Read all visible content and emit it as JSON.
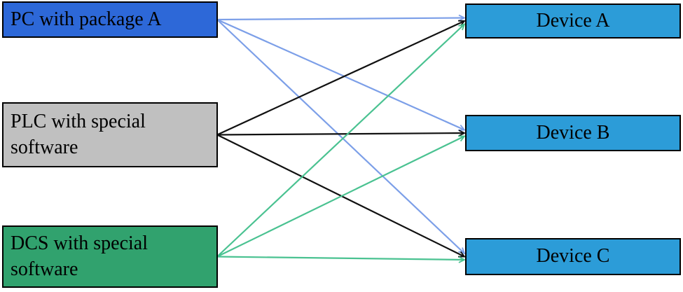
{
  "diagram": {
    "background": "#FFFFFF",
    "border_color": "#000000",
    "text_color": "#000000",
    "sources": [
      {
        "id": "pc",
        "label": "PC with package A",
        "fill": "#2D68D8",
        "edge_color": "#7C9FE8"
      },
      {
        "id": "plc",
        "label": "PLC with special software",
        "fill": "#C0C0C0",
        "edge_color": "#111111"
      },
      {
        "id": "dcs",
        "label": "DCS with special software",
        "fill": "#31A26E",
        "edge_color": "#4AC291"
      }
    ],
    "targets": [
      {
        "id": "devA",
        "label": "Device A",
        "fill": "#2C9CD8"
      },
      {
        "id": "devB",
        "label": "Device B",
        "fill": "#2C9CD8"
      },
      {
        "id": "devC",
        "label": "Device C",
        "fill": "#2C9CD8"
      }
    ],
    "edges": [
      {
        "from": "pc",
        "to": "devA"
      },
      {
        "from": "pc",
        "to": "devB"
      },
      {
        "from": "pc",
        "to": "devC"
      },
      {
        "from": "plc",
        "to": "devA"
      },
      {
        "from": "plc",
        "to": "devB"
      },
      {
        "from": "plc",
        "to": "devC"
      },
      {
        "from": "dcs",
        "to": "devA"
      },
      {
        "from": "dcs",
        "to": "devB"
      },
      {
        "from": "dcs",
        "to": "devC"
      }
    ]
  }
}
